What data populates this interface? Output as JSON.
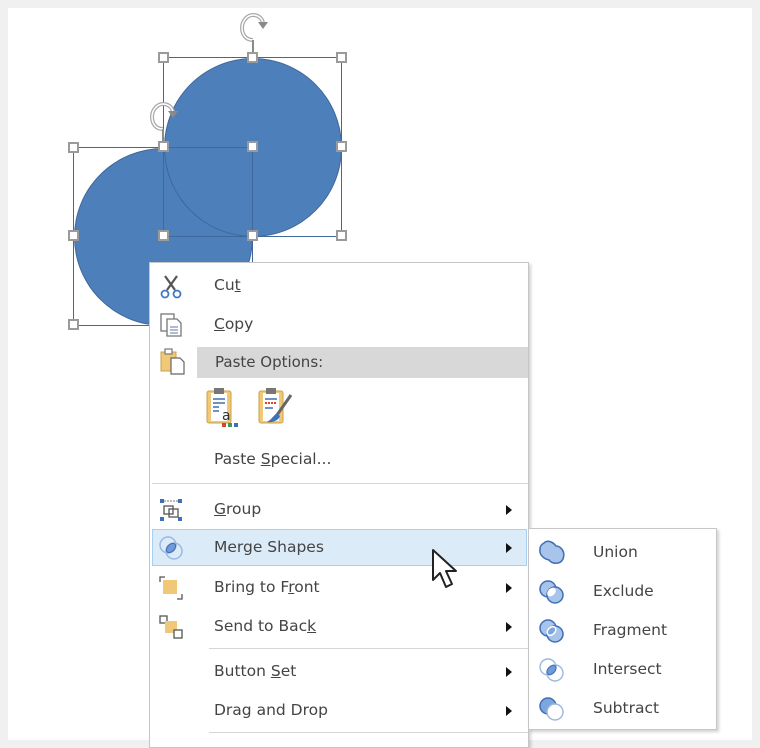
{
  "canvas": {
    "shapes": [
      {
        "name": "circle-top",
        "color": "#4d7fbb"
      },
      {
        "name": "circle-bottom",
        "color": "#4d7fbb"
      }
    ]
  },
  "context_menu": {
    "items": [
      {
        "label": "Cut",
        "accel": "t",
        "icon": "scissors-icon"
      },
      {
        "label": "Copy",
        "accel": "C",
        "icon": "copy-icon"
      }
    ],
    "paste_options": {
      "header": "Paste Options:",
      "icon": "paste-icon",
      "buttons": [
        {
          "name": "keep-text-only",
          "icon": "paste-text-only-icon"
        },
        {
          "name": "use-destination-theme",
          "icon": "paste-format-brush-icon"
        }
      ]
    },
    "paste_special": {
      "label": "Paste Special...",
      "accel": "S"
    },
    "arrange_items": [
      {
        "label": "Group",
        "accel": "G",
        "icon": "group-icon",
        "submenu": true
      },
      {
        "label": "Merge Shapes",
        "accel": "",
        "icon": "merge-shapes-icon",
        "submenu": true,
        "highlighted": true
      },
      {
        "label": "Bring to Front",
        "accel": "r",
        "icon": "bring-to-front-icon",
        "submenu": true
      },
      {
        "label": "Send to Back",
        "accel": "k",
        "icon": "send-to-back-icon",
        "submenu": true
      }
    ],
    "extra_items": [
      {
        "label": "Button Set",
        "accel": "S",
        "submenu": true
      },
      {
        "label": "Drag and Drop",
        "accel": "",
        "submenu": true
      }
    ]
  },
  "merge_submenu": {
    "items": [
      {
        "label": "Union",
        "icon": "union-icon"
      },
      {
        "label": "Exclude",
        "icon": "exclude-icon"
      },
      {
        "label": "Fragment",
        "icon": "fragment-icon"
      },
      {
        "label": "Intersect",
        "icon": "intersect-icon"
      },
      {
        "label": "Subtract",
        "icon": "subtract-icon"
      }
    ]
  },
  "colors": {
    "shape_fill": "#4d7fbb",
    "highlight": "#dcebf8",
    "highlight_border": "#a9cff0",
    "paste_header_bg": "#d8d8d8",
    "text": "#444444"
  }
}
